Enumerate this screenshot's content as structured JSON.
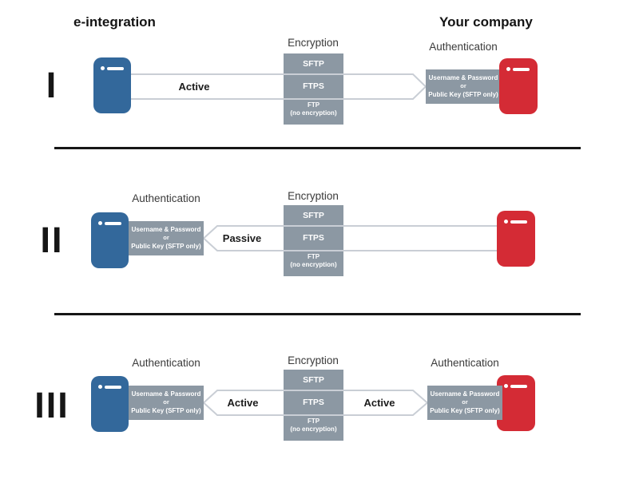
{
  "titles": {
    "left": "e-integration",
    "right": "Your company"
  },
  "numerals": {
    "row1": "I",
    "row2": "II",
    "row3": "III"
  },
  "section_labels": {
    "encryption": "Encryption",
    "authentication": "Authentication"
  },
  "connection_labels": {
    "row1": "Active",
    "row2": "Passive",
    "row3_left": "Active",
    "row3_right": "Active"
  },
  "encryption_box": {
    "sftp": "SFTP",
    "ftps": "FTPS",
    "ftp": "FTP",
    "ftp_note": "(no encryption)"
  },
  "auth_box": {
    "line1": "Username & Password",
    "line2": "or",
    "line3": "Public Key (SFTP only)"
  },
  "colors": {
    "blue_server": "#33689B",
    "red_server": "#D42B35",
    "gray_box": "#8C98A3",
    "line": "#C9CED5",
    "text_dark": "#161616"
  }
}
